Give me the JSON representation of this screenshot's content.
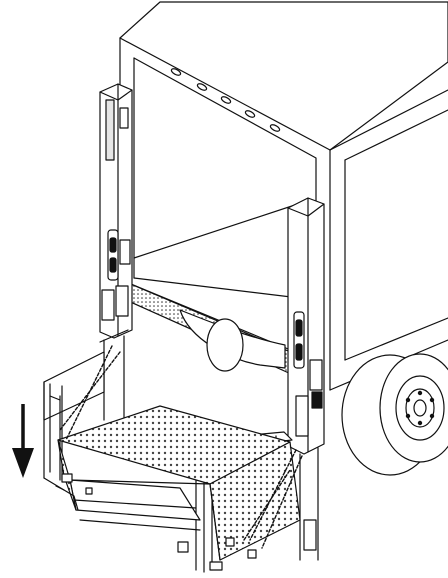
{
  "figure": {
    "subject": "truck-with-rail-lift-liftgate",
    "elements": [
      {
        "id": "truck-box-body",
        "icon": "truck-box-icon"
      },
      {
        "id": "truck-rear-wheels",
        "icon": "wheel-icon"
      },
      {
        "id": "left-lift-column",
        "icon": "lift-column-icon"
      },
      {
        "id": "right-lift-column",
        "icon": "lift-column-icon"
      },
      {
        "id": "lift-platform",
        "icon": "perforated-platform-icon"
      },
      {
        "id": "platform-side-rails",
        "icon": "fold-rail-icon"
      },
      {
        "id": "support-chains",
        "icon": "chain-icon"
      },
      {
        "id": "lowering-direction-arrow",
        "icon": "down-arrow-icon",
        "direction": "down"
      }
    ],
    "colors": {
      "line": "#111111",
      "fill": "#ffffff",
      "column_shade": "#d9d9d9",
      "perforation": "#333333"
    }
  }
}
